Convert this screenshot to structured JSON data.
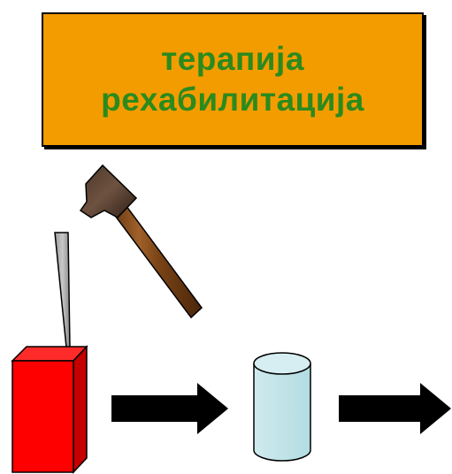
{
  "title": {
    "line1": "терапија",
    "line2": "рехабилитација",
    "background_color": "#f39c00",
    "text_color": "#2b8a1e"
  },
  "objects": [
    {
      "name": "hammer",
      "icon": "hammer-icon"
    },
    {
      "name": "chisel",
      "icon": "chisel-icon"
    },
    {
      "name": "red-block",
      "icon": "cuboid-icon",
      "color": "#ff0000"
    },
    {
      "name": "arrow-1",
      "icon": "arrow-right-icon",
      "color": "#000000"
    },
    {
      "name": "cylinder",
      "icon": "cylinder-icon",
      "color": "#bfe3e6"
    },
    {
      "name": "arrow-2",
      "icon": "arrow-right-icon",
      "color": "#000000"
    }
  ]
}
